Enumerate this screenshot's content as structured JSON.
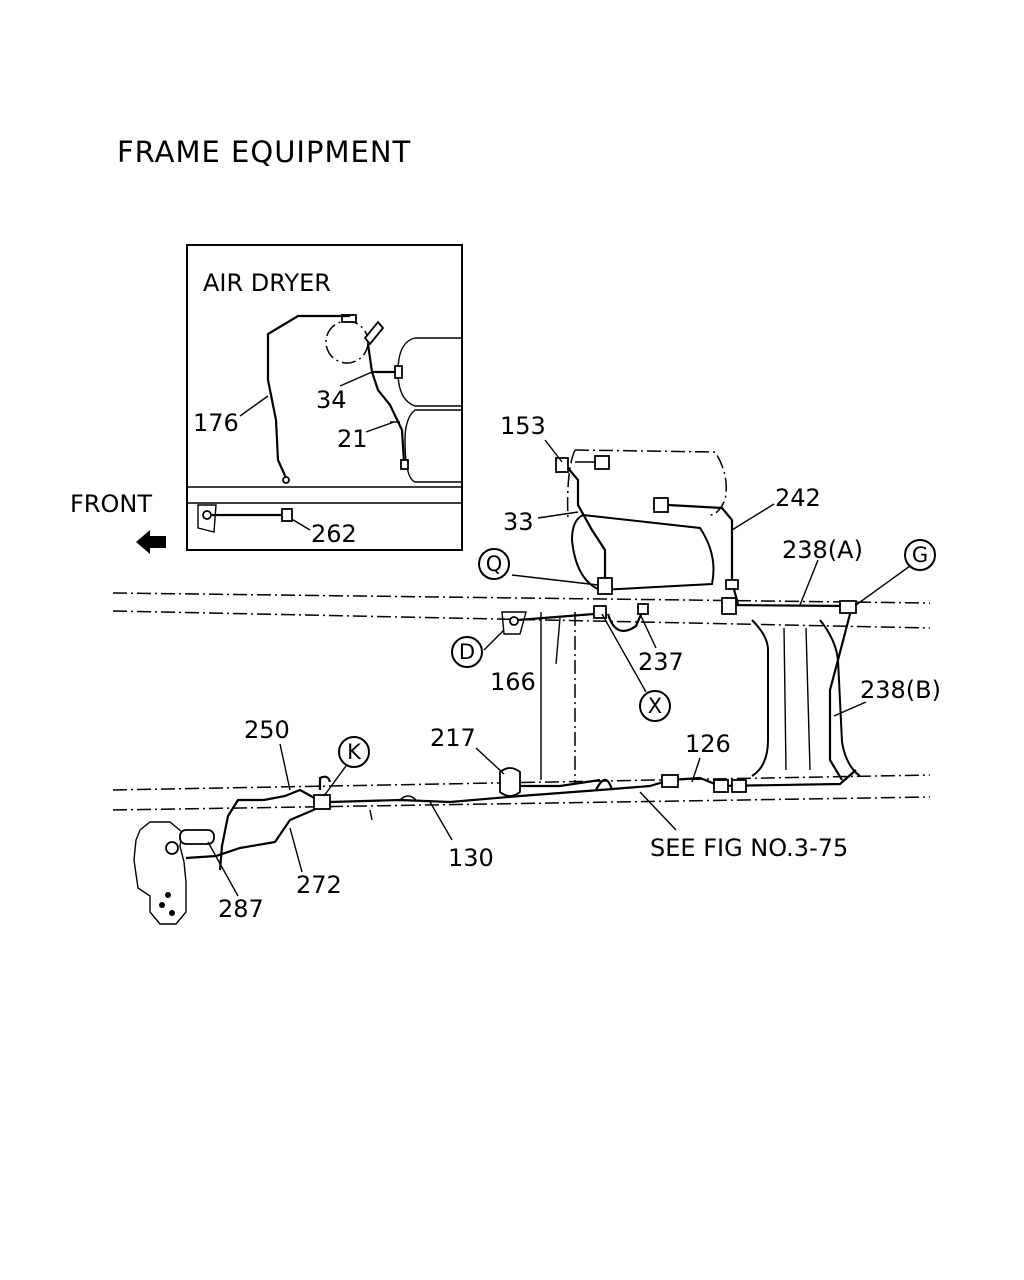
{
  "title": "FRAME EQUIPMENT",
  "inset": {
    "title": "AIR DRYER"
  },
  "direction": {
    "label": "FRONT"
  },
  "part_numbers": {
    "p176": "176",
    "p34": "34",
    "p21": "21",
    "p262": "262",
    "p153": "153",
    "p33": "33",
    "p242": "242",
    "p238a": "238(A)",
    "p166": "166",
    "p237": "237",
    "p238b": "238(B)",
    "p250": "250",
    "p217": "217",
    "p126": "126",
    "p130": "130",
    "p272": "272",
    "p287": "287"
  },
  "callouts": {
    "q": "Q",
    "g": "G",
    "d": "D",
    "x": "X",
    "k": "K"
  },
  "reference_note": "SEE FIG NO.3-75"
}
